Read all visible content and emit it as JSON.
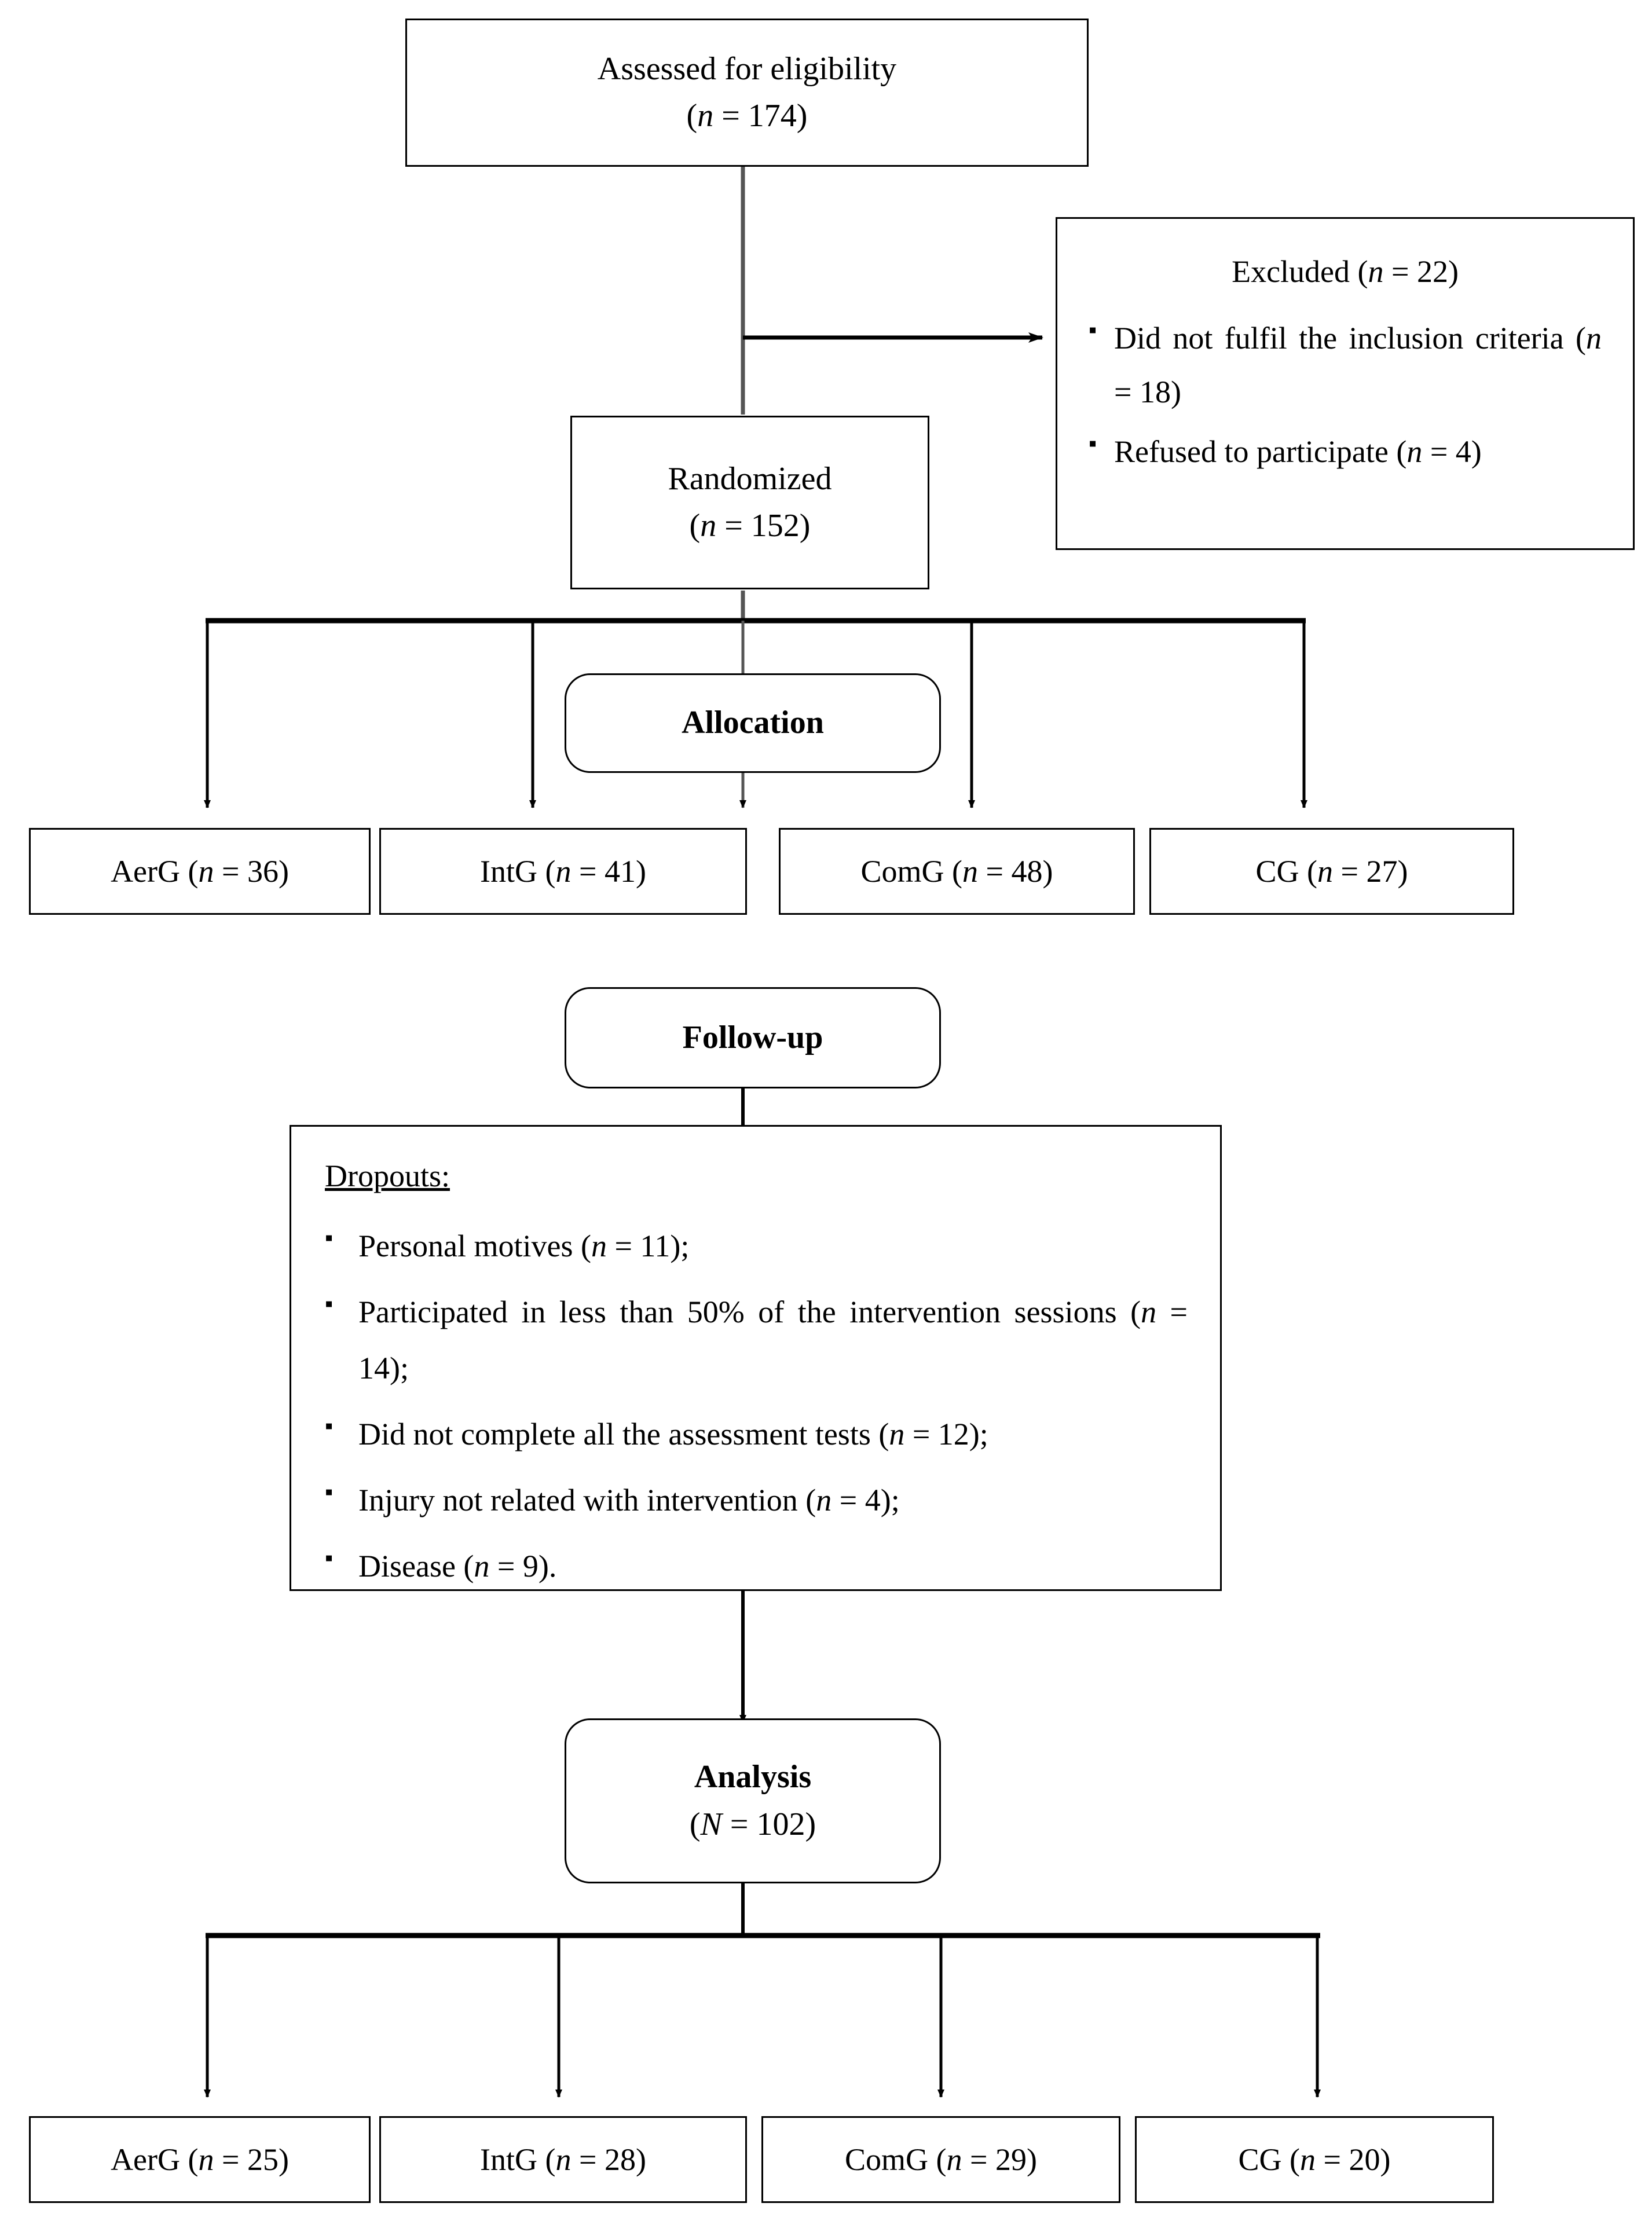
{
  "diagram": {
    "title": "CONSORT participant flow diagram",
    "stroke_color": "#000000",
    "background_color": "#ffffff"
  },
  "nodes": {
    "assessed": {
      "line1": "Assessed for eligibility",
      "line2_pre": "(",
      "line2_var": "n",
      "line2_post": " = 174)"
    },
    "excluded": {
      "title_pre": "Excluded (",
      "title_var": "n",
      "title_post": " = 22)",
      "items": [
        {
          "text": "Did not fulfil the inclusion criteria (",
          "var": "n",
          "post": " = 18)"
        },
        {
          "text": "Refused to participate (",
          "var": "n",
          "post": " = 4)"
        }
      ]
    },
    "randomized": {
      "line1": "Randomized",
      "line2_pre": "(",
      "line2_var": "n",
      "line2_post": " = 152)"
    },
    "allocation_label": "Allocation",
    "followup_label": "Follow-up",
    "dropouts": {
      "title": "Dropouts:",
      "items": [
        {
          "text": "Personal motives  (",
          "var": "n",
          "post": " = 11);"
        },
        {
          "text": "Participated in less than 50% of the intervention sessions (",
          "var": "n",
          "post": " = 14);"
        },
        {
          "text": "Did not complete all the assessment tests (",
          "var": "n",
          "post": " = 12);"
        },
        {
          "text": "Injury not related with intervention  (",
          "var": "n",
          "post": " = 4);"
        },
        {
          "text": "Disease (",
          "var": "n",
          "post": " = 9)."
        }
      ]
    },
    "analysis": {
      "line1": "Analysis",
      "line2_pre": "(",
      "line2_var": "N",
      "line2_post": " = 102)"
    }
  },
  "allocation_groups": [
    {
      "label": "AerG (",
      "var": "n",
      "post": " = 36)"
    },
    {
      "label": "IntG (",
      "var": "n",
      "post": " = 41)"
    },
    {
      "label": "ComG (",
      "var": "n",
      "post": " = 48)"
    },
    {
      "label": "CG (",
      "var": "n",
      "post": " = 27)"
    }
  ],
  "analysis_groups": [
    {
      "label": "AerG (",
      "var": "n",
      "post": " = 25)"
    },
    {
      "label": "IntG (",
      "var": "n",
      "post": " = 28)"
    },
    {
      "label": "ComG (",
      "var": "n",
      "post": " = 29)"
    },
    {
      "label": "CG (",
      "var": "n",
      "post": " = 20)"
    }
  ],
  "chart_data": {
    "type": "diagram",
    "title": "CONSORT flow diagram",
    "stages": [
      {
        "stage": "Assessed for eligibility",
        "n": 174
      },
      {
        "stage": "Excluded",
        "n": 22,
        "reasons": [
          {
            "reason": "Did not fulfil the inclusion criteria",
            "n": 18
          },
          {
            "reason": "Refused to participate",
            "n": 4
          }
        ]
      },
      {
        "stage": "Randomized",
        "n": 152
      },
      {
        "stage": "Allocation",
        "groups": [
          {
            "group": "AerG",
            "n": 36
          },
          {
            "group": "IntG",
            "n": 41
          },
          {
            "group": "ComG",
            "n": 48
          },
          {
            "group": "CG",
            "n": 27
          }
        ]
      },
      {
        "stage": "Follow-up",
        "dropouts": [
          {
            "reason": "Personal motives",
            "n": 11
          },
          {
            "reason": "Participated in less than 50% of the intervention sessions",
            "n": 14
          },
          {
            "reason": "Did not complete all the assessment tests",
            "n": 12
          },
          {
            "reason": "Injury not related with intervention",
            "n": 4
          },
          {
            "reason": "Disease",
            "n": 9
          }
        ]
      },
      {
        "stage": "Analysis",
        "N": 102,
        "groups": [
          {
            "group": "AerG",
            "n": 25
          },
          {
            "group": "IntG",
            "n": 28
          },
          {
            "group": "ComG",
            "n": 29
          },
          {
            "group": "CG",
            "n": 20
          }
        ]
      }
    ]
  }
}
